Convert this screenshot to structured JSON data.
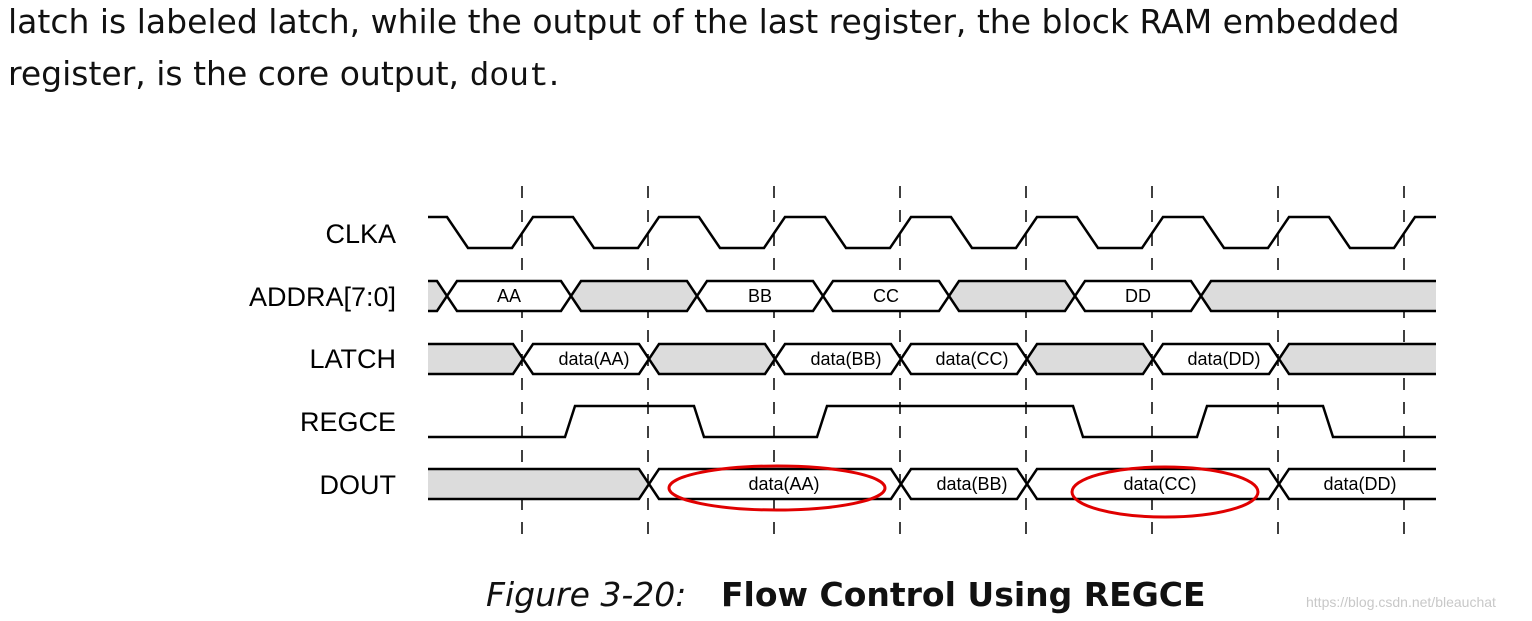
{
  "paragraph": {
    "line1": "latch is labeled latch, while the output of the last register, the block RAM embedded",
    "line2_pre": "register, is the core output, ",
    "line2_code": "dout",
    "line2_post": "."
  },
  "diagram": {
    "signals": {
      "clka": "CLKA",
      "addra": "ADDRA[7:0]",
      "latch": "LATCH",
      "regce": "REGCE",
      "dout": "DOUT"
    },
    "addra_values": [
      "AA",
      "BB",
      "CC",
      "DD"
    ],
    "latch_values": [
      "data(AA)",
      "data(BB)",
      "data(CC)",
      "data(DD)"
    ],
    "dout_values": [
      "data(AA)",
      "data(BB)",
      "data(CC)",
      "data(DD)"
    ],
    "highlighted_values": [
      "data(AA)",
      "data(CC)"
    ],
    "colors": {
      "undefined_fill": "#dcdcdc",
      "highlight_ellipse": "#e00000",
      "line": "#000000"
    }
  },
  "caption": {
    "number": "Figure 3-20:",
    "title": "Flow Control Using REGCE"
  },
  "watermark": "https://blog.csdn.net/bleauchat"
}
